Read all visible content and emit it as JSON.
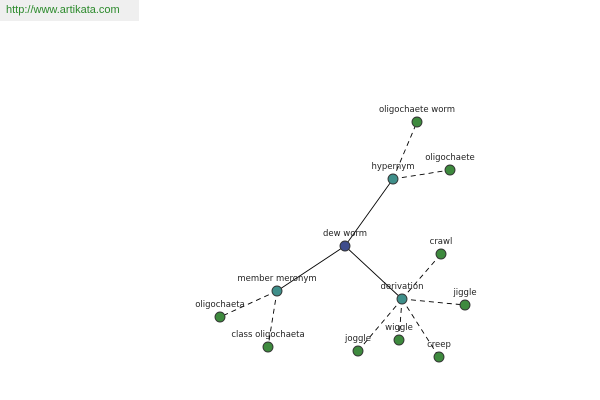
{
  "site": {
    "url_text": "http://www.artikata.com"
  },
  "colors": {
    "root": "#3f4d8c",
    "relation": "#3f8f8a",
    "leaf": "#3e8a3e",
    "link": "#2c8a2c"
  },
  "graph": {
    "nodes": [
      {
        "id": "dew-worm",
        "label": "dew worm",
        "kind": "root"
      },
      {
        "id": "hypernym",
        "label": "hypernym",
        "kind": "relation"
      },
      {
        "id": "member-meronym",
        "label": "member meronym",
        "kind": "relation"
      },
      {
        "id": "derivation",
        "label": "derivation",
        "kind": "relation"
      },
      {
        "id": "oligochaete-worm",
        "label": "oligochaete worm",
        "kind": "leaf"
      },
      {
        "id": "oligochaete",
        "label": "oligochaete",
        "kind": "leaf"
      },
      {
        "id": "oligochaeta",
        "label": "oligochaeta",
        "kind": "leaf"
      },
      {
        "id": "class-oligochaeta",
        "label": "class oligochaeta",
        "kind": "leaf"
      },
      {
        "id": "crawl",
        "label": "crawl",
        "kind": "leaf"
      },
      {
        "id": "jiggle",
        "label": "jiggle",
        "kind": "leaf"
      },
      {
        "id": "joggle",
        "label": "joggle",
        "kind": "leaf"
      },
      {
        "id": "wiggle",
        "label": "wiggle",
        "kind": "leaf"
      },
      {
        "id": "creep",
        "label": "creep",
        "kind": "leaf"
      }
    ],
    "edges": [
      {
        "from": "dew-worm",
        "to": "hypernym",
        "style": "solid"
      },
      {
        "from": "dew-worm",
        "to": "member-meronym",
        "style": "solid"
      },
      {
        "from": "dew-worm",
        "to": "derivation",
        "style": "solid"
      },
      {
        "from": "hypernym",
        "to": "oligochaete-worm",
        "style": "dashed"
      },
      {
        "from": "hypernym",
        "to": "oligochaete",
        "style": "dashed"
      },
      {
        "from": "member-meronym",
        "to": "oligochaeta",
        "style": "dashed"
      },
      {
        "from": "member-meronym",
        "to": "class-oligochaeta",
        "style": "dashed"
      },
      {
        "from": "derivation",
        "to": "crawl",
        "style": "dashed"
      },
      {
        "from": "derivation",
        "to": "jiggle",
        "style": "dashed"
      },
      {
        "from": "derivation",
        "to": "joggle",
        "style": "dashed"
      },
      {
        "from": "derivation",
        "to": "wiggle",
        "style": "dashed"
      },
      {
        "from": "derivation",
        "to": "creep",
        "style": "dashed"
      }
    ]
  }
}
